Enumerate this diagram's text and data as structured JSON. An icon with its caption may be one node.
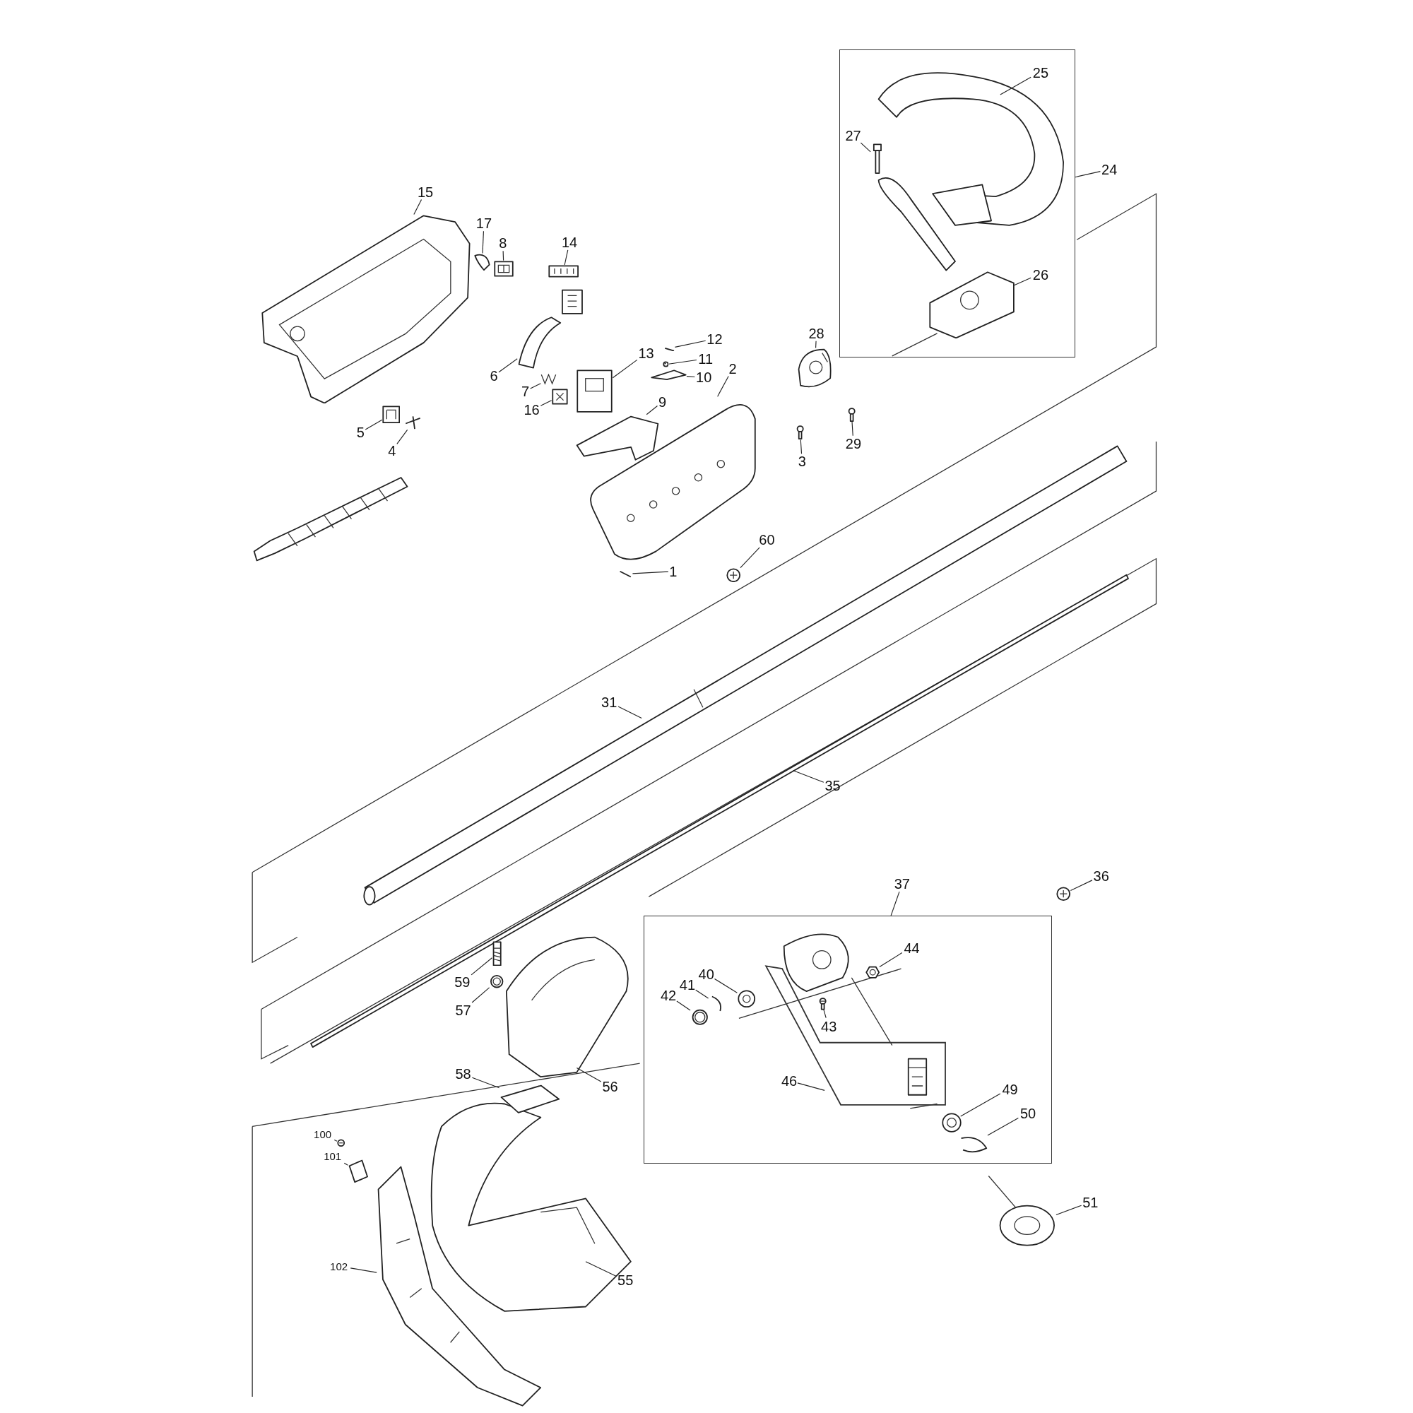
{
  "diagram": {
    "nodes": [
      {
        "text": [],
        "shape": "box"
      },
      {
        "text": [
          "25"
        ],
        "in": 0
      },
      {
        "text": [
          "27"
        ],
        "in": 0
      },
      {
        "text": [
          "24"
        ]
      },
      {
        "text": [
          "26"
        ],
        "in": 0
      },
      {
        "text": [
          "15"
        ]
      },
      {
        "text": [
          "17"
        ]
      },
      {
        "text": [
          "8"
        ]
      },
      {
        "text": [
          "14"
        ]
      },
      {
        "text": [
          "28"
        ]
      },
      {
        "text": [
          "12"
        ]
      },
      {
        "text": [
          "11"
        ]
      },
      {
        "text": [
          "2"
        ]
      },
      {
        "text": [
          "13"
        ]
      },
      {
        "text": [
          "10"
        ]
      },
      {
        "text": [
          "6"
        ]
      },
      {
        "text": [
          "7"
        ]
      },
      {
        "text": [
          "16"
        ]
      },
      {
        "text": [
          "9"
        ]
      },
      {
        "text": [
          "5"
        ]
      },
      {
        "text": [
          "4"
        ]
      },
      {
        "text": [
          "29"
        ]
      },
      {
        "text": [
          "3"
        ]
      },
      {
        "text": [
          "60"
        ]
      },
      {
        "text": [
          "1"
        ]
      },
      {
        "text": [
          "31"
        ]
      },
      {
        "text": [
          "35"
        ]
      },
      {
        "text": [
          "37"
        ]
      },
      {
        "text": [],
        "shape": "box"
      },
      {
        "text": [
          "36"
        ]
      },
      {
        "text": [
          "44"
        ],
        "in": 28
      },
      {
        "text": [
          "40"
        ],
        "in": 28
      },
      {
        "text": [
          "41"
        ],
        "in": 28
      },
      {
        "text": [
          "42"
        ],
        "in": 28
      },
      {
        "text": [
          "43"
        ],
        "in": 28
      },
      {
        "text": [
          "46"
        ],
        "in": 28
      },
      {
        "text": [
          "49"
        ],
        "in": 28
      },
      {
        "text": [
          "50"
        ],
        "in": 28
      },
      {
        "text": [
          "59"
        ]
      },
      {
        "text": [
          "57"
        ]
      },
      {
        "text": [
          "56"
        ]
      },
      {
        "text": [
          "58"
        ]
      },
      {
        "text": [
          "100"
        ]
      },
      {
        "text": [
          "101"
        ]
      },
      {
        "text": [
          "51"
        ]
      },
      {
        "text": [
          "102"
        ]
      },
      {
        "text": [
          "55"
        ]
      },
      {
        "text": [],
        "shape": "picture",
        "in": 0
      },
      {
        "text": [],
        "shape": "picture",
        "in": 0
      },
      {
        "text": [],
        "shape": "picture"
      },
      {
        "text": [],
        "shape": "picture"
      },
      {
        "text": [],
        "shape": "picture"
      },
      {
        "text": [],
        "shape": "picture"
      },
      {
        "text": [],
        "shape": "picture"
      },
      {
        "text": [],
        "shape": "picture"
      },
      {
        "text": [],
        "shape": "picture"
      },
      {
        "text": [],
        "shape": "picture"
      },
      {
        "text": [],
        "shape": "picture"
      },
      {
        "text": [],
        "shape": "picture"
      },
      {
        "text": [],
        "shape": "picture"
      },
      {
        "text": [],
        "shape": "picture"
      },
      {
        "text": [],
        "shape": "picture"
      },
      {
        "text": [],
        "shape": "picture"
      },
      {
        "text": [],
        "shape": "picture"
      },
      {
        "text": [],
        "shape": "picture"
      },
      {
        "text": [],
        "shape": "picture"
      },
      {
        "text": [],
        "shape": "picture"
      },
      {
        "text": [],
        "shape": "picture"
      },
      {
        "text": [],
        "shape": "picture"
      },
      {
        "text": [],
        "shape": "picture",
        "in": 28
      },
      {
        "text": [],
        "shape": "picture",
        "in": 28
      },
      {
        "text": [],
        "shape": "picture",
        "in": 28
      },
      {
        "text": [],
        "shape": "picture",
        "in": 28
      },
      {
        "text": [],
        "shape": "picture",
        "in": 28
      },
      {
        "text": [],
        "shape": "picture",
        "in": 28
      },
      {
        "text": [],
        "shape": "picture",
        "in": 28
      },
      {
        "text": [],
        "shape": "picture"
      },
      {
        "text": [],
        "shape": "picture"
      },
      {
        "text": [],
        "shape": "picture"
      },
      {
        "text": [],
        "shape": "picture"
      },
      {
        "text": [],
        "shape": "picture"
      },
      {
        "text": [],
        "shape": "picture"
      },
      {
        "text": [],
        "shape": "picture"
      },
      {
        "text": [],
        "shape": "picture"
      }
    ],
    "edges": [
      {
        "from": 1,
        "to": null,
        "arrow": "none"
      },
      {
        "from": 2,
        "to": 47,
        "arrow": "none"
      },
      {
        "from": 3,
        "to": 0,
        "arrow": "none"
      },
      {
        "from": 4,
        "to": 48,
        "arrow": "none"
      },
      {
        "from": 5,
        "to": 49,
        "arrow": "none"
      },
      {
        "from": 6,
        "to": 50,
        "arrow": "none"
      },
      {
        "from": 7,
        "to": 51,
        "arrow": "none"
      },
      {
        "from": 8,
        "to": 52,
        "arrow": "none"
      },
      {
        "from": 9,
        "to": 53,
        "arrow": "none"
      },
      {
        "from": 10,
        "to": 54,
        "arrow": "none"
      },
      {
        "from": 11,
        "to": 55,
        "arrow": "none"
      },
      {
        "from": 12,
        "to": 82,
        "arrow": "none"
      },
      {
        "from": 13,
        "to": 56,
        "arrow": "none"
      },
      {
        "from": 14,
        "to": 57,
        "arrow": "none"
      },
      {
        "from": 15,
        "to": 58,
        "arrow": "none"
      },
      {
        "from": 16,
        "to": 59,
        "arrow": "none"
      },
      {
        "from": 17,
        "to": 60,
        "arrow": "none"
      },
      {
        "from": 18,
        "to": 61,
        "arrow": "none"
      },
      {
        "from": 19,
        "to": 62,
        "arrow": "none"
      },
      {
        "from": 20,
        "to": 63,
        "arrow": "none"
      },
      {
        "from": 21,
        "to": 64,
        "arrow": "none"
      },
      {
        "from": 22,
        "to": 65,
        "arrow": "none"
      },
      {
        "from": 23,
        "to": 66,
        "arrow": "none"
      },
      {
        "from": 24,
        "to": 67,
        "arrow": "none"
      },
      {
        "from": 25,
        "to": null,
        "arrow": "none"
      },
      {
        "from": 26,
        "to": null,
        "arrow": "none"
      },
      {
        "from": 27,
        "to": 28,
        "arrow": "none"
      },
      {
        "from": 29,
        "to": 68,
        "arrow": "none"
      },
      {
        "from": 30,
        "to": 69,
        "arrow": "none"
      },
      {
        "from": 31,
        "to": 70,
        "arrow": "none"
      },
      {
        "from": 32,
        "to": 71,
        "arrow": "none"
      },
      {
        "from": 33,
        "to": 72,
        "arrow": "none"
      },
      {
        "from": 34,
        "to": 73,
        "arrow": "none"
      },
      {
        "from": 35,
        "to": null,
        "arrow": "none"
      },
      {
        "from": 36,
        "to": 74,
        "arrow": "none"
      },
      {
        "from": 37,
        "to": 75,
        "arrow": "none"
      },
      {
        "from": 38,
        "to": 76,
        "arrow": "none"
      },
      {
        "from": 39,
        "to": 77,
        "arrow": "none"
      },
      {
        "from": 40,
        "to": null,
        "arrow": "none"
      },
      {
        "from": 41,
        "to": 78,
        "arrow": "none"
      },
      {
        "from": 42,
        "to": 79,
        "arrow": "none"
      },
      {
        "from": 43,
        "to": 80,
        "arrow": "none"
      },
      {
        "from": 44,
        "to": 81,
        "arrow": "none"
      },
      {
        "from": 45,
        "to": 83,
        "arrow": "none"
      },
      {
        "from": 46,
        "to": null,
        "arrow": "none"
      }
    ]
  }
}
